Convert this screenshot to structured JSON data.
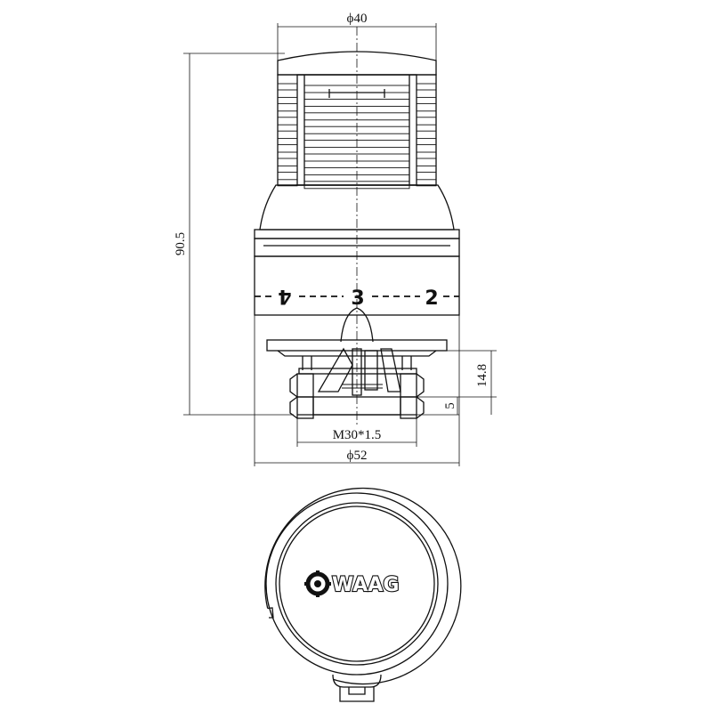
{
  "dimensions": {
    "top_diameter": "ϕ40",
    "height": "90.5",
    "base_diameter": "ϕ52",
    "thread": "M30*1.5",
    "connector_height": "14.8",
    "nut_height": "5"
  },
  "scale_labels": [
    "4",
    "3",
    "2"
  ],
  "logo": {
    "brand": "WAAG",
    "icon": "gear-ring-logo-icon"
  },
  "colors": {
    "line": "#111111",
    "background": "#ffffff"
  }
}
